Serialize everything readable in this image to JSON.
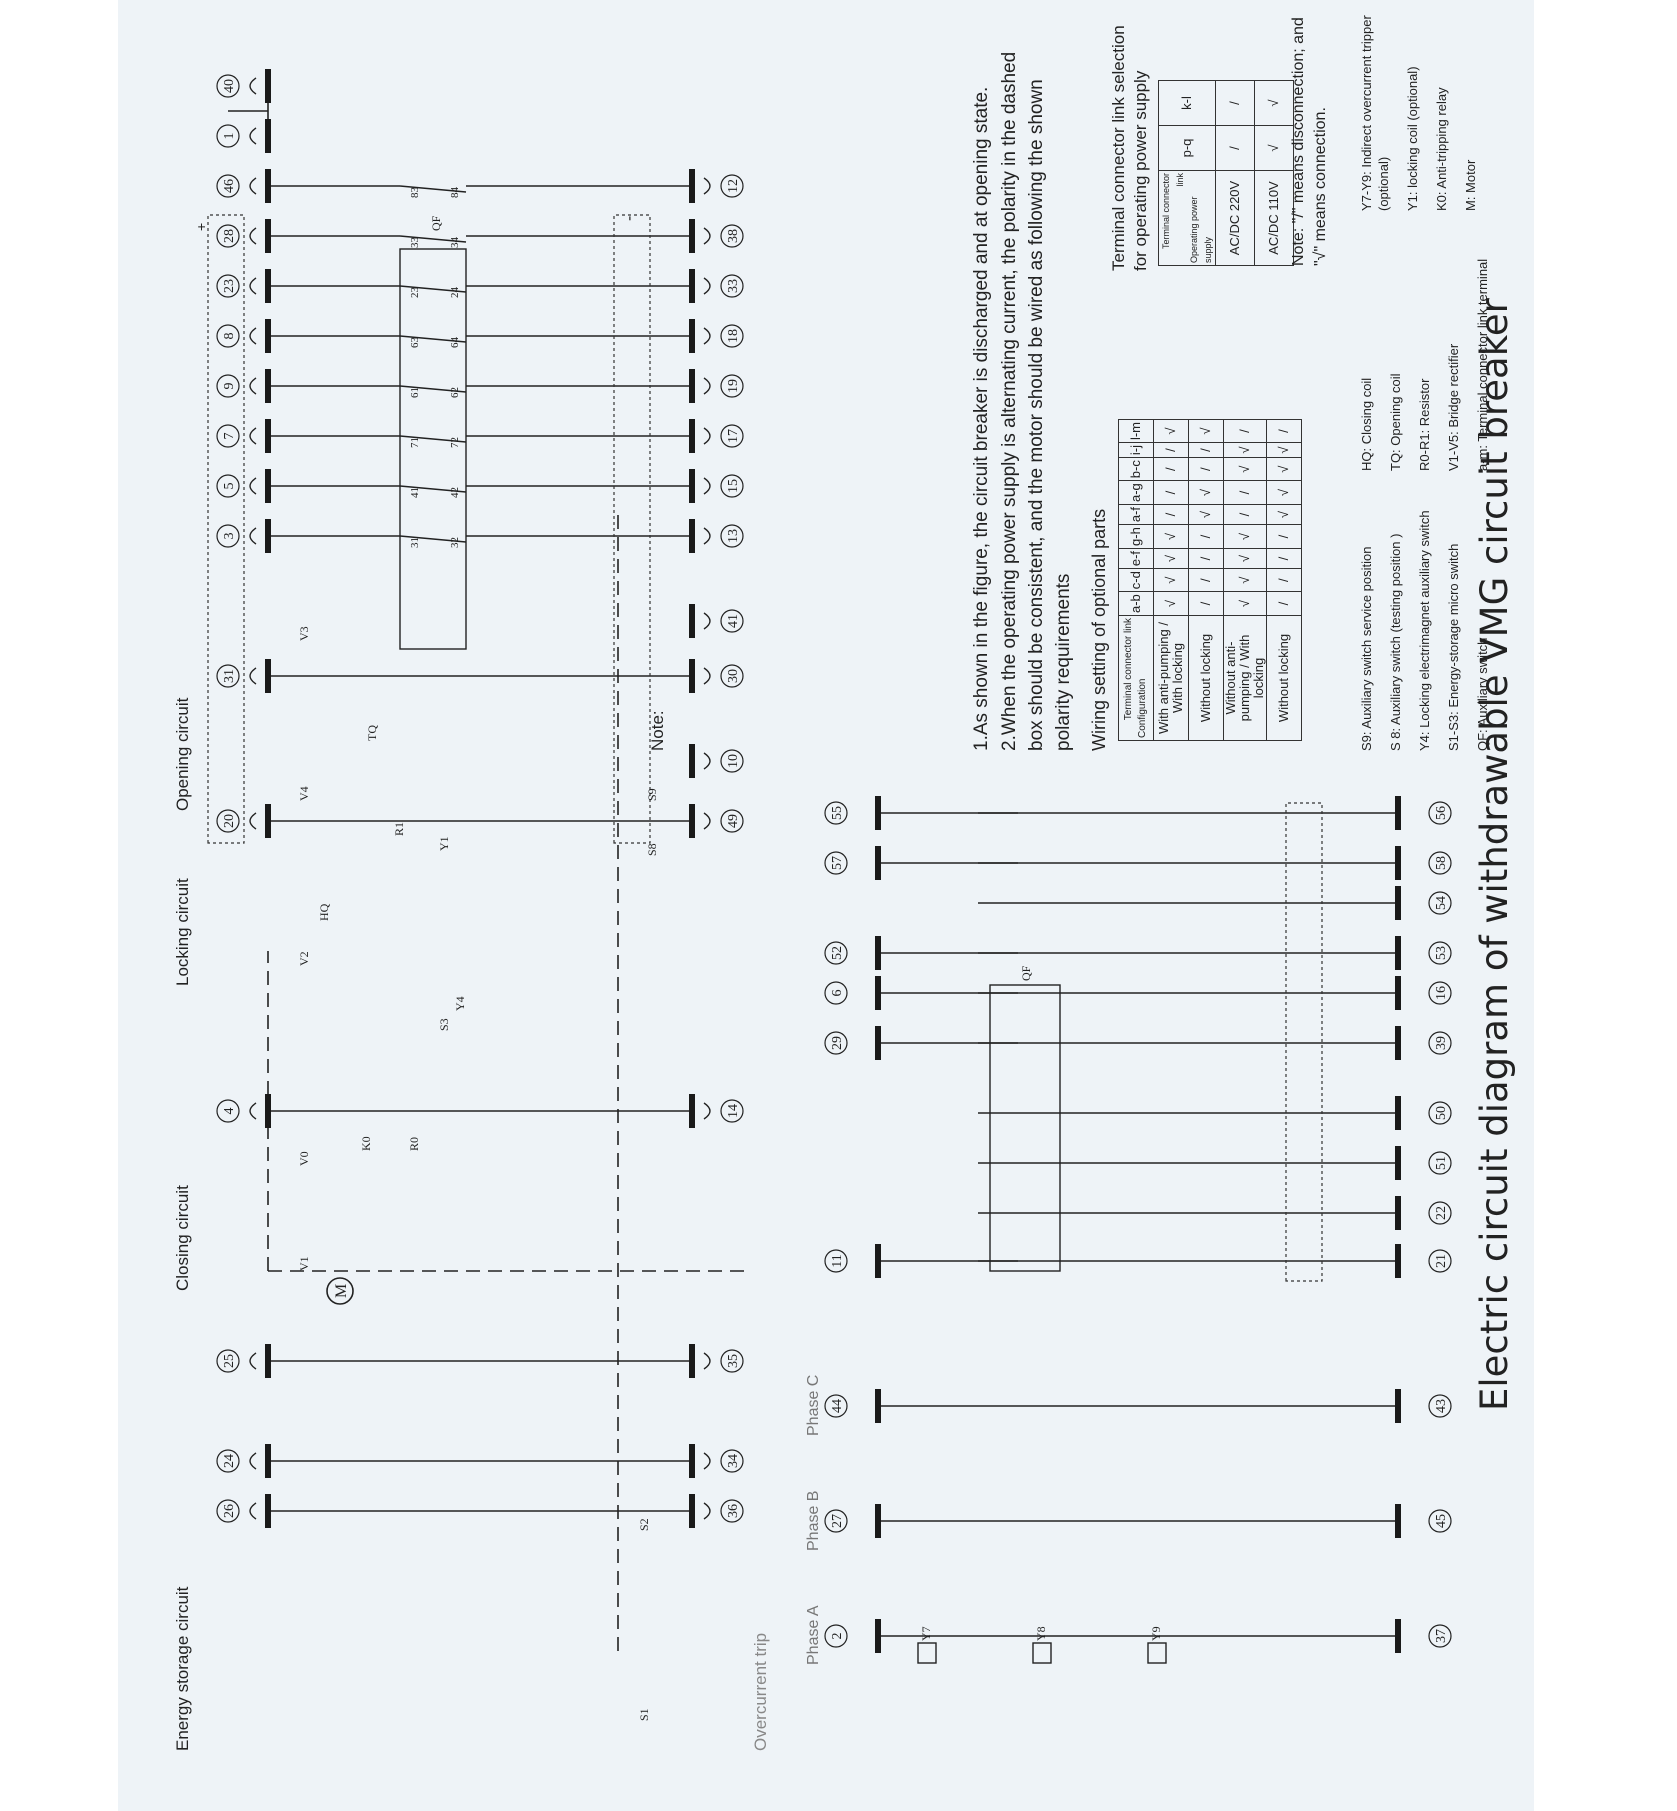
{
  "title": "Electric circuit diagram of withdrawable VMG circuit breaker",
  "section_labels": {
    "energy_storage": "Energy storage circuit",
    "closing": "Closing circuit",
    "locking": "Locking circuit",
    "opening": "Opening circuit",
    "overcurrent": "Overcurrent trip",
    "phase_a": "Phase A",
    "phase_b": "Phase B",
    "phase_c": "Phase C"
  },
  "upper_terminals_left": [
    "26",
    "24",
    "25",
    "4",
    "20",
    "31",
    "3",
    "5",
    "7",
    "9",
    "8",
    "23",
    "28",
    "46",
    "1",
    "40"
  ],
  "lower_terminals_right": [
    "36",
    "34",
    "35",
    "14",
    "49",
    "10",
    "30",
    "41",
    "13",
    "15",
    "17",
    "19",
    "18",
    "33",
    "38",
    "12"
  ],
  "overcurrent_terminals_top": [
    "2",
    "27",
    "44"
  ],
  "overcurrent_terminals_bottom": [
    "37",
    "45",
    "43"
  ],
  "aux_terminals_top": [
    "11",
    "29",
    "6",
    "52",
    "57",
    "55"
  ],
  "aux_terminals_bottom": [
    "21",
    "22",
    "51",
    "50",
    "39",
    "16",
    "53",
    "54",
    "58",
    "56"
  ],
  "qf_contacts_top": [
    "31",
    "41",
    "71",
    "61",
    "63",
    "23",
    "33",
    "83"
  ],
  "qf_contacts_bottom": [
    "32",
    "42",
    "72",
    "62",
    "64",
    "24",
    "34",
    "84"
  ],
  "component_labels": {
    "motor": "M",
    "v1": "V1",
    "v0": "V0",
    "v2": "V2",
    "v3": "V3",
    "v4": "V4",
    "hq": "HQ",
    "tq": "TQ",
    "y1": "Y1",
    "y4": "Y4",
    "y7": "Y7",
    "y8": "Y8",
    "y9": "Y9",
    "k0": "K0",
    "r0": "R0",
    "r1": "R1",
    "qf": "QF",
    "s1": "S1",
    "s2": "S2",
    "s3": "S3",
    "s8": "S8",
    "s9": "S9",
    "plus": "+",
    "minus": "-"
  },
  "notes": {
    "heading": "Note:",
    "item1": "1.As shown in the figure, the circuit breaker is discharged and at opening state.",
    "item2": "2.When the operating power supply is alternating current, the polarity in the dashed box should be consistent, and the motor should be wired as following the shown polarity requirements"
  },
  "wiring_table": {
    "heading": "Wiring setting of optional parts",
    "corner_top": "Terminal connector link",
    "corner_bottom": "Configuration",
    "columns": [
      "a-b",
      "c-d",
      "e-f",
      "g-h",
      "a-f",
      "a-g",
      "b-c",
      "i-j",
      "l-m"
    ],
    "rows": [
      {
        "group": "With anti-pumping",
        "sub": "With locking",
        "cells": [
          "√",
          "√",
          "√",
          "√",
          "/",
          "/",
          "/",
          "/",
          "√"
        ]
      },
      {
        "group": "",
        "sub": "Without locking",
        "cells": [
          "/",
          "/",
          "/",
          "/",
          "√",
          "√",
          "/",
          "/",
          "√"
        ]
      },
      {
        "group": "Without anti-pumping",
        "sub": "With locking",
        "cells": [
          "√",
          "√",
          "√",
          "√",
          "/",
          "/",
          "√",
          "√",
          "/"
        ]
      },
      {
        "group": "",
        "sub": "Without locking",
        "cells": [
          "/",
          "/",
          "/",
          "/",
          "√",
          "√",
          "√",
          "√",
          "/"
        ]
      }
    ]
  },
  "power_table": {
    "heading": "Terminal connector link selection for operating power supply",
    "corner_top": "Terminal connector link",
    "corner_bottom": "Operating power supply",
    "columns": [
      "p-q",
      "k-l"
    ],
    "rows": [
      {
        "label": "AC/DC 220V",
        "cells": [
          "/",
          "/"
        ]
      },
      {
        "label": "AC/DC 110V",
        "cells": [
          "√",
          "√"
        ]
      }
    ],
    "note": "Note: \"/\" means disconnection; and \"√\" means connection."
  },
  "legend_left": [
    "S9: Auxiliary switch service position",
    "S 8: Auxiliary switch (testing position )",
    "Y4: Locking electrimagnet auxiliary switch",
    "S1-S3: Energy-storage micro switch",
    "QF: Auxiliary switch"
  ],
  "legend_mid": [
    "HQ: Closing coil",
    "TQ: Opening coil",
    "R0-R1: Resistor",
    "V1-V5: Bridge rectifier",
    "a-m: Terminal connector link terminal"
  ],
  "legend_right": [
    "Y7-Y9: Indirect overcurrent tripper (optional)",
    "Y1: locking coil (optional)",
    "K0: Anti-tripping relay",
    "M: Motor"
  ]
}
